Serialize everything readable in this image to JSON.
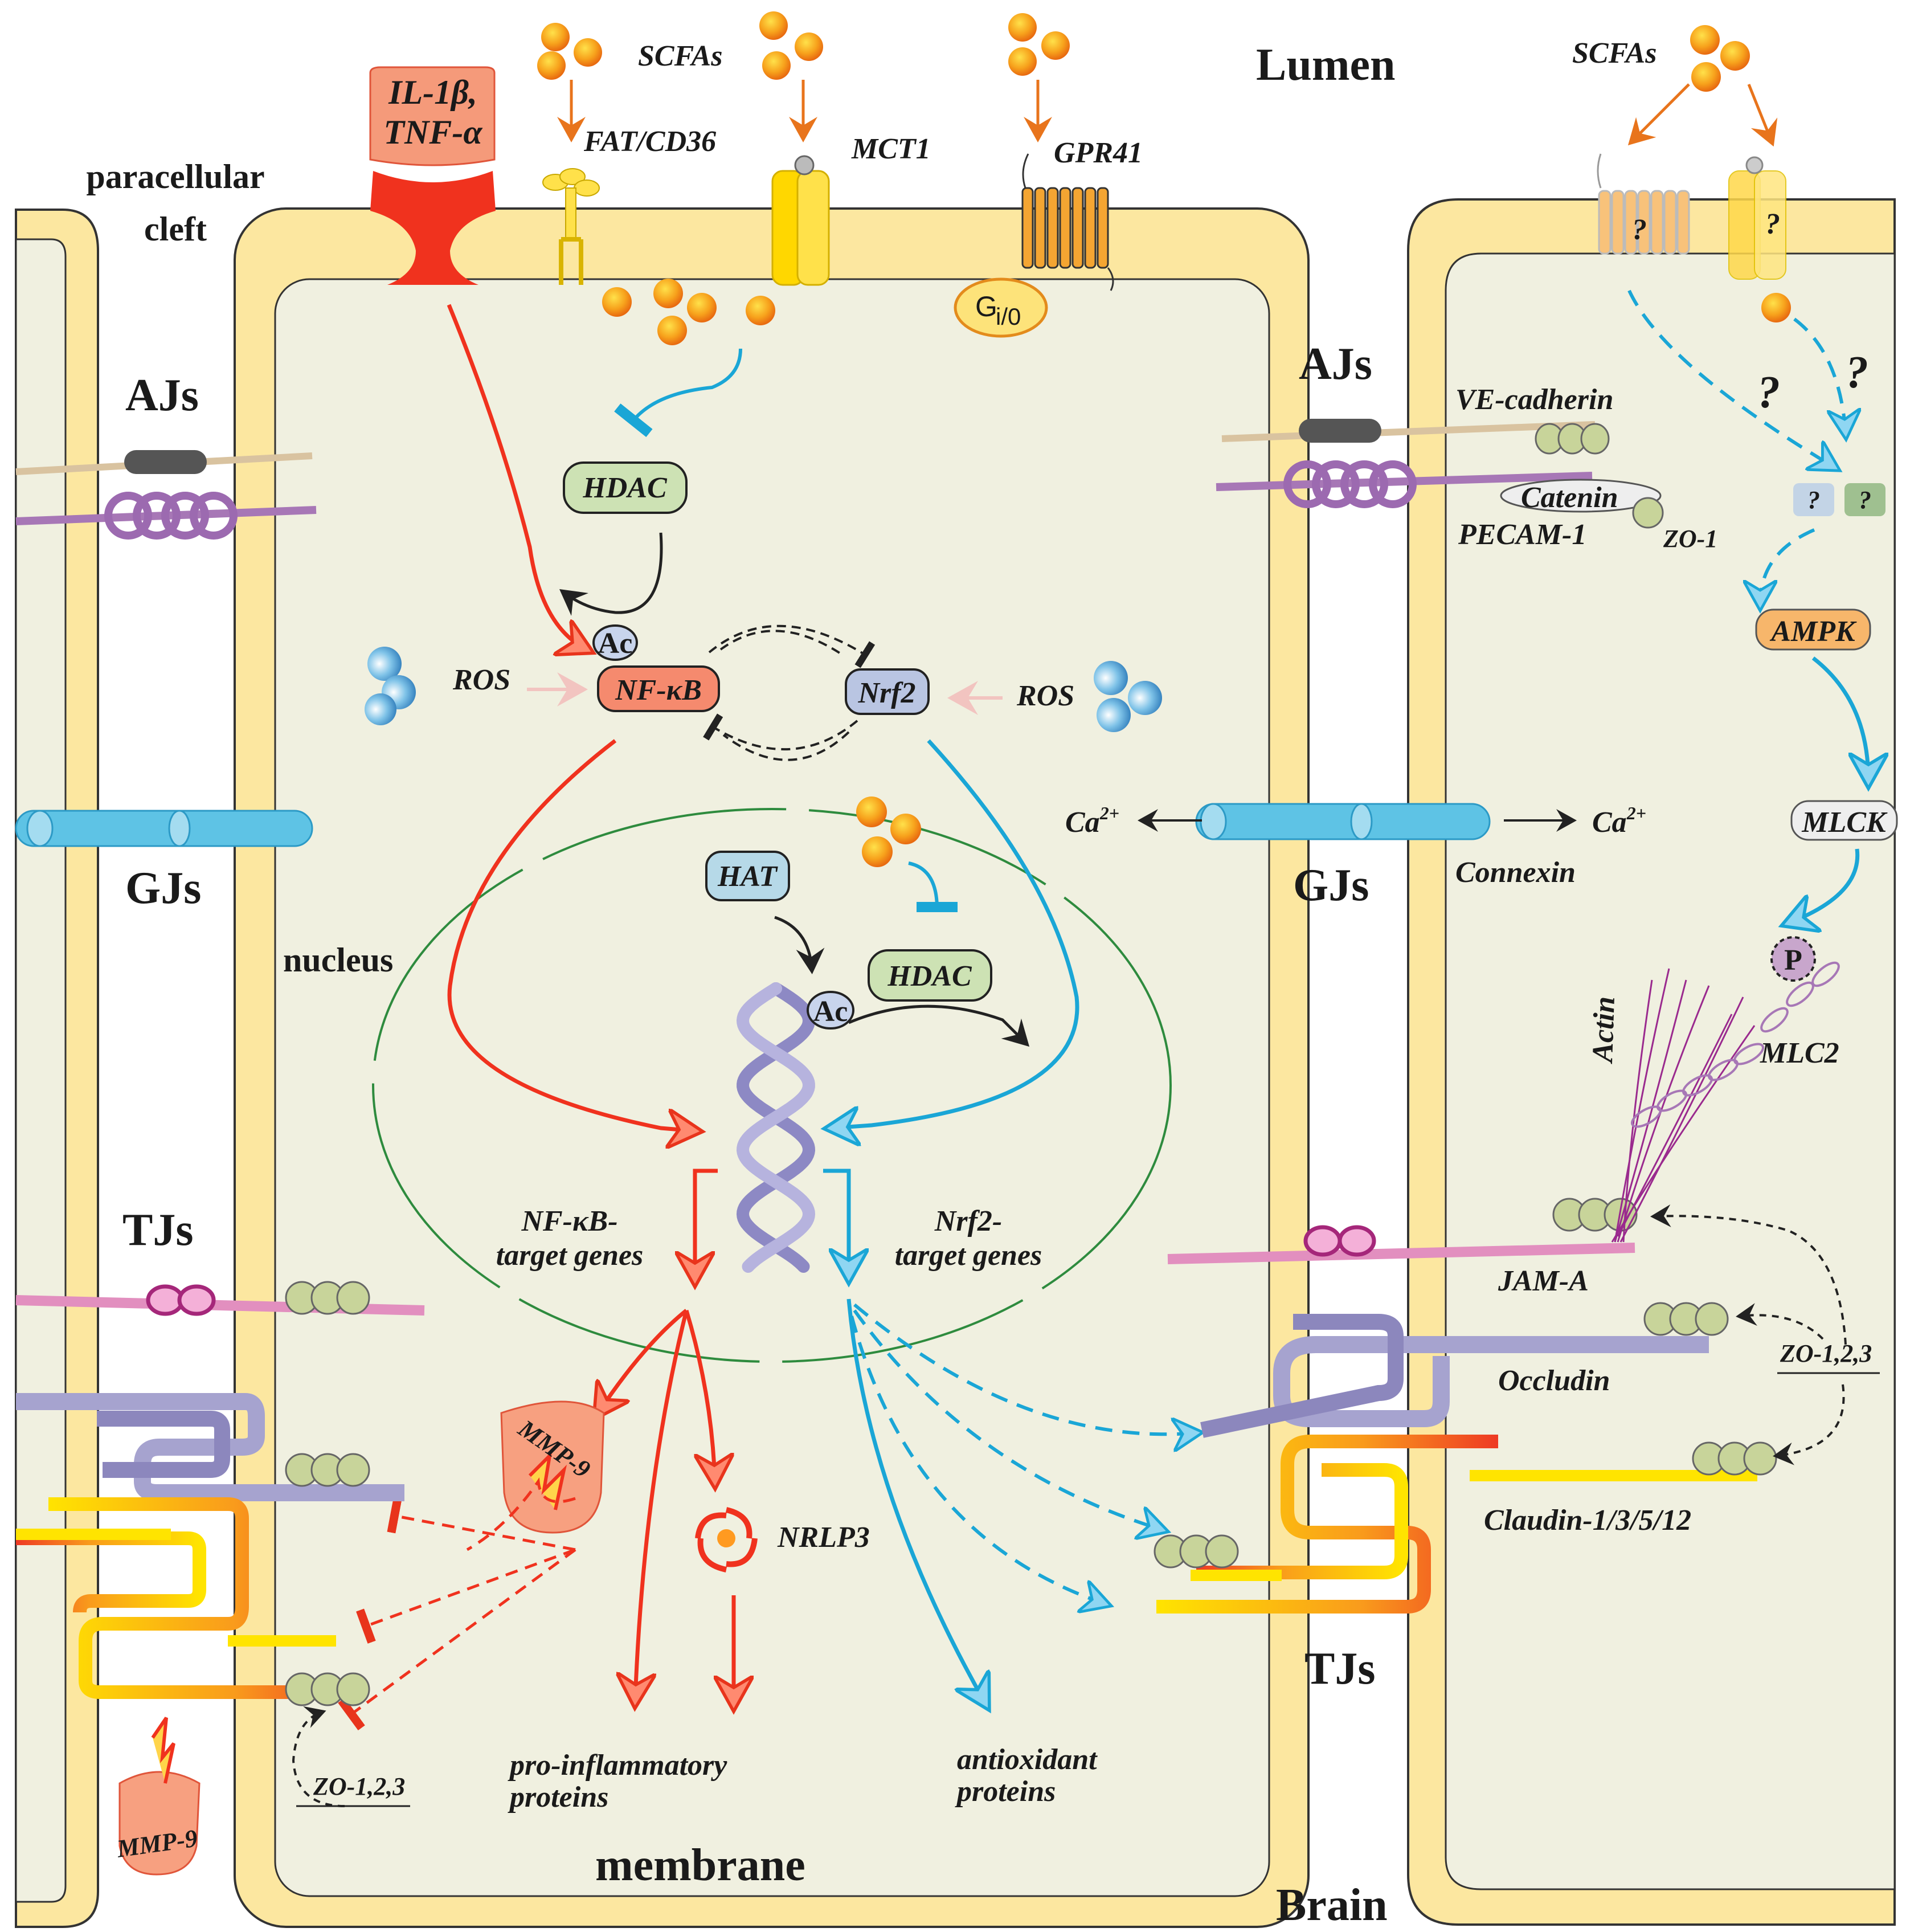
{
  "regions": {
    "lumen": "Lumen",
    "brain": "Brain",
    "paracellular_cleft": "paracellular\ncleft",
    "membrane": "membrane",
    "nucleus": "nucleus"
  },
  "junctions": {
    "ajs": "AJs",
    "gjs": "GJs",
    "tjs": "TJs"
  },
  "receptors": {
    "scfas": "SCFAs",
    "fat_cd36": "FAT/CD36",
    "mct1": "MCT1",
    "gpr41": "GPR41",
    "gio_prefix": "G",
    "gio_sub": "i/0",
    "cytokines": "IL-1β,\nTNF-α"
  },
  "signaling": {
    "hdac": "HDAC",
    "hat": "HAT",
    "ac": "Ac",
    "nfkb": "NF-κB",
    "nrf2": "Nrf2",
    "ros": "ROS",
    "nfkb_targets": "NF-κB-\ntarget genes",
    "nrf2_targets": "Nrf2-\ntarget genes",
    "mmp9": "MMP-9",
    "nrlp3": "NRLP3",
    "proinflammatory": "pro-inflammatory\nproteins",
    "antioxidant": "antioxidant\nproteins",
    "zo": "ZO-1,2,3"
  },
  "right_cell": {
    "question": "?",
    "ampk": "AMPK",
    "mlck": "MLCK",
    "p": "P",
    "mlc2": "MLC2",
    "actin": "Actin",
    "ve_cadherin": "VE-cadherin",
    "catenin": "Catenin",
    "pecam1": "PECAM-1",
    "zo1": "ZO-1",
    "ca": "Ca",
    "ca_sup": "2+",
    "connexin": "Connexin",
    "jam_a": "JAM-A",
    "occludin": "Occludin",
    "claudin": "Claudin-1/3/5/12",
    "zo123": "ZO-1,2,3"
  },
  "colors": {
    "membrane_fill": "#fce7a0",
    "cytoplasm_fill": "#f0f0e0",
    "pro_inflammatory_red": "#f0392b",
    "protective_blue": "#1aa6d6",
    "scfa_orange": "#f39a1d"
  }
}
